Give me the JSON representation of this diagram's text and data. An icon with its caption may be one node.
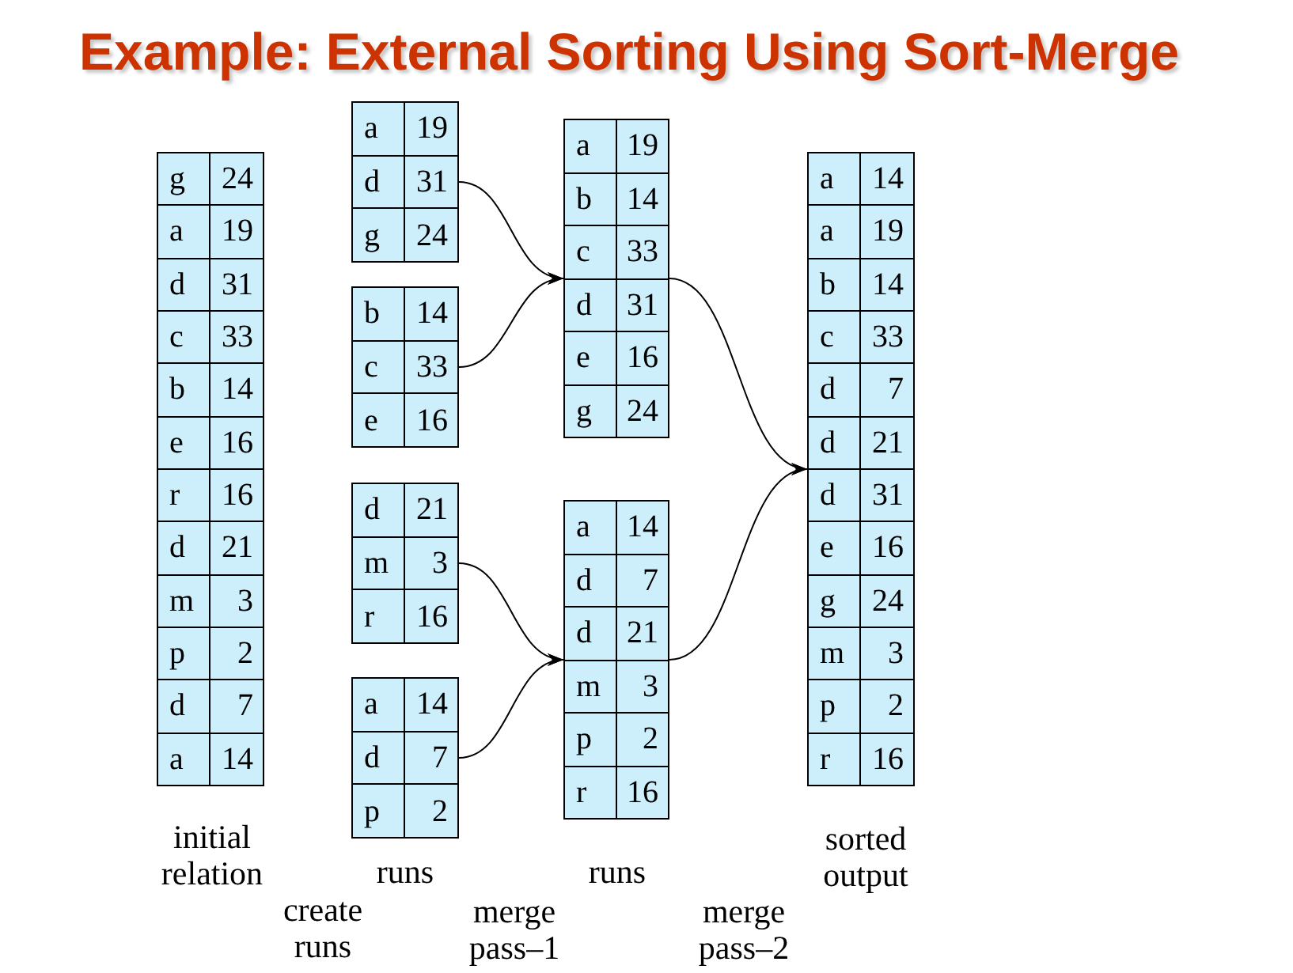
{
  "diagram": {
    "title": "Example: External Sorting Using Sort-Merge",
    "nodes": [
      {
        "text": [
          "g",
          "24",
          "a",
          "19",
          "d",
          "31",
          "c",
          "33",
          "b",
          "14",
          "e",
          "16",
          "r",
          "16",
          "d",
          "21",
          "m",
          "3",
          "p",
          "2",
          "d",
          "7",
          "a",
          "14"
        ],
        "beside": [
          "initial relation"
        ]
      },
      {
        "text": [
          "a",
          "19",
          "d",
          "31",
          "g",
          "24"
        ]
      },
      {
        "text": [
          "b",
          "14",
          "c",
          "33",
          "e",
          "16"
        ]
      },
      {
        "text": [
          "d",
          "21",
          "m",
          "3",
          "r",
          "16"
        ]
      },
      {
        "text": [
          "a",
          "14",
          "d",
          "7",
          "p",
          "2"
        ]
      },
      {
        "text": [
          "a",
          "19",
          "b",
          "14",
          "c",
          "33",
          "d",
          "31",
          "e",
          "16",
          "g",
          "24"
        ]
      },
      {
        "text": [
          "a",
          "14",
          "d",
          "7",
          "d",
          "21",
          "m",
          "3",
          "p",
          "2",
          "r",
          "16"
        ]
      },
      {
        "text": [
          "a",
          "14",
          "a",
          "19",
          "b",
          "14",
          "c",
          "33",
          "d",
          "7",
          "d",
          "21",
          "d",
          "31",
          "e",
          "16",
          "g",
          "24",
          "m",
          "3",
          "p",
          "2",
          "r",
          "16"
        ],
        "beside": [
          "sorted output"
        ]
      }
    ],
    "edges": [
      {
        "from": 1,
        "to": 5,
        "arrow": "to"
      },
      {
        "from": 2,
        "to": 5,
        "arrow": "to"
      },
      {
        "from": 3,
        "to": 6,
        "arrow": "to"
      },
      {
        "from": 4,
        "to": 6,
        "arrow": "to"
      },
      {
        "from": 5,
        "to": 7,
        "arrow": "to"
      },
      {
        "from": 6,
        "to": 7,
        "arrow": "to"
      }
    ],
    "labels": [
      "runs",
      "runs",
      "create runs",
      "merge pass–1",
      "merge pass–2"
    ]
  }
}
